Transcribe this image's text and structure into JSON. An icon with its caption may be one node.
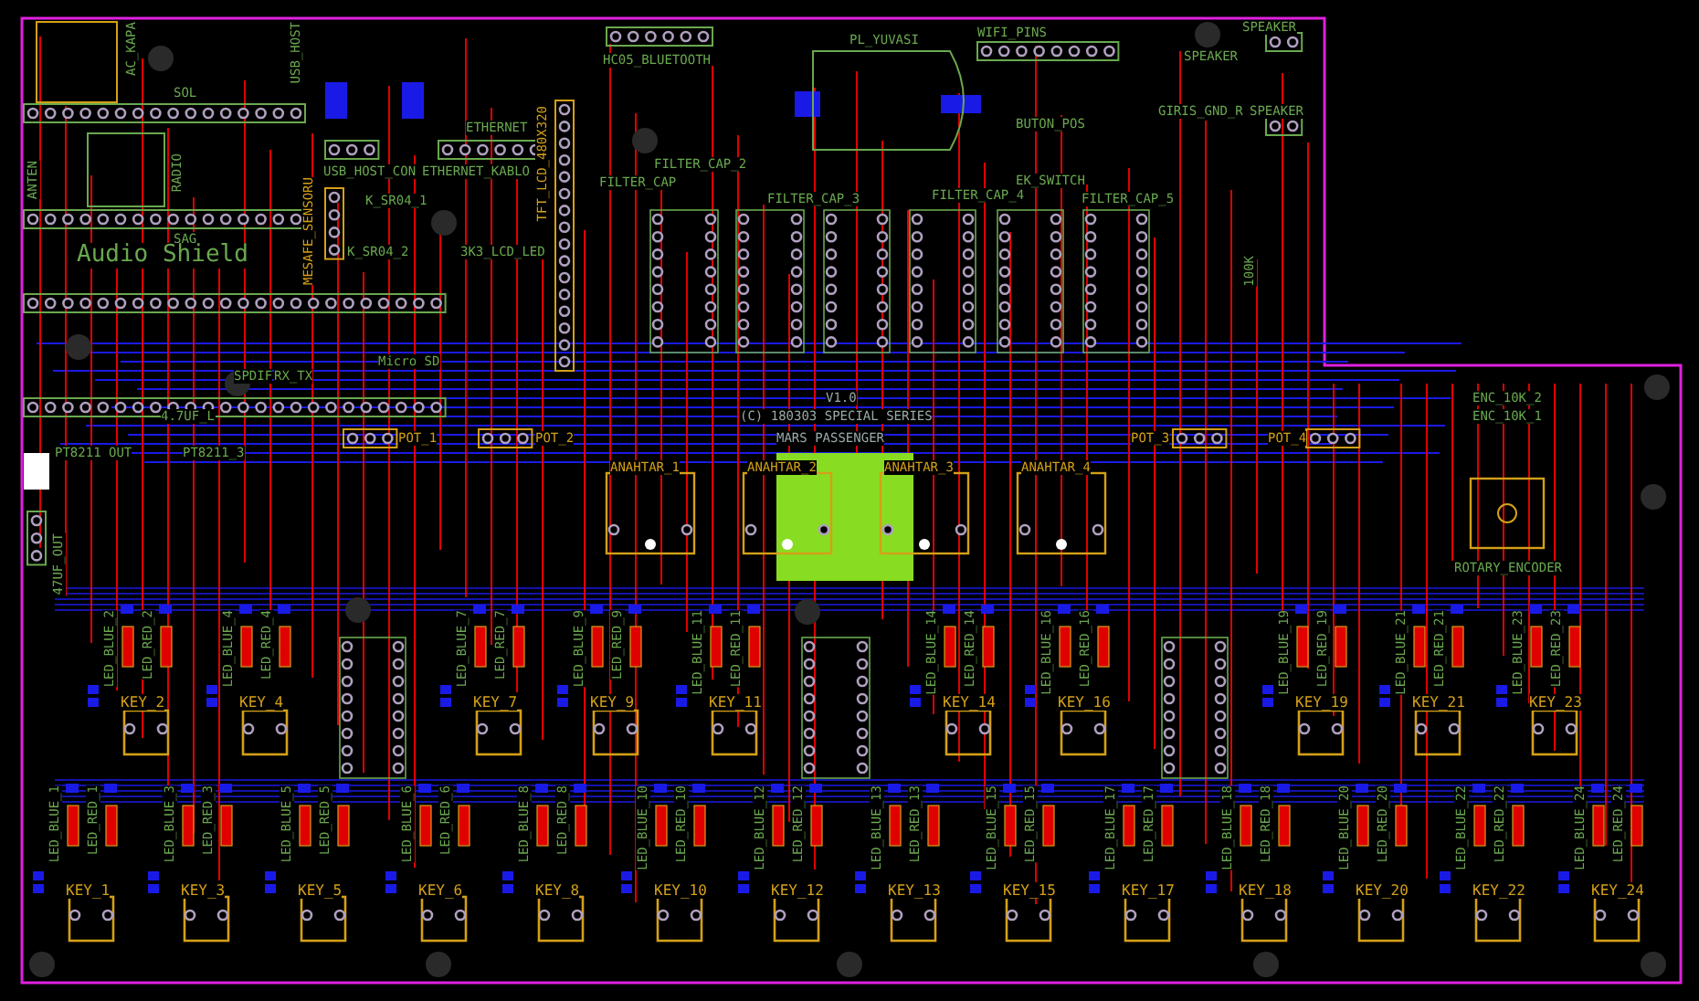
{
  "diagram": {
    "labels": [
      "AC_KAPA",
      "USB_HOST",
      "HC05_BLUETOOTH",
      "PL_YUVASI",
      "WIFI_PINS",
      "SPEAKER",
      "SPEAKER",
      "SOL",
      "USB_HOST_CON",
      "ETHERNET",
      "ETHERNET_KABLO",
      "TFT_LCD_480X320",
      "BUTON_POS",
      "EK_SWITCH",
      "GIRIS_GND_R",
      "SPEAKER",
      "ANTEN",
      "RADIO",
      "MESAFE_SENSORU",
      "K_SR04_1",
      "K_SR04_2",
      "SAG",
      "Audio Shield",
      "3K3_LCD_LED",
      "FILTER_CAP",
      "FILTER_CAP_2",
      "FILTER_CAP_3",
      "FILTER_CAP_4",
      "FILTER_CAP_5",
      "100K",
      "Micro SD",
      "SPDIF",
      "RX_TX",
      "V1.0",
      "ENC_10K_2",
      "4.7UF_L",
      "(C) 180303 SPECIAL SERIES",
      "ENC_10K_1",
      "POT_1",
      "POT_2",
      "MARS PASSENGER",
      "POT_3",
      "POT_4",
      "PT8211 OUT",
      "PT8211_3",
      "ANAHTAR_1",
      "ANAHTAR_2",
      "ANAHTAR_3",
      "ANAHTAR_4",
      "47UF_OUT",
      "ROTARY_ENCODER",
      "LED_BLUE_2",
      "LED_RED_2",
      "KEY_2",
      "LED_BLUE_4",
      "LED_RED_4",
      "KEY_4",
      "LED_BLUE_7",
      "LED_RED_7",
      "KEY_7",
      "LED_BLUE_9",
      "LED_RED_9",
      "KEY_9",
      "LED_BLUE_11",
      "LED_RED_11",
      "KEY_11",
      "LED_BLUE_14",
      "LED_RED_14",
      "KEY_14",
      "LED_BLUE_16",
      "LED_RED_16",
      "KEY_16",
      "LED_BLUE_19",
      "LED_RED_19",
      "KEY_19",
      "LED_BLUE_21",
      "LED_RED_21",
      "KEY_21",
      "LED_BLUE_23",
      "LED_RED_23",
      "KEY_23",
      "LED_BLUE_1",
      "LED_RED_1",
      "KEY_1",
      "LED_BLUE_3",
      "LED_RED_3",
      "KEY_3",
      "LED_BLUE_5",
      "LED_RED_5",
      "KEY_5",
      "LED_BLUE_6",
      "LED_RED_6",
      "KEY_6",
      "LED_BLUE_8",
      "LED_RED_8",
      "KEY_8",
      "LED_BLUE_10",
      "LED_RED_10",
      "KEY_10",
      "LED_BLUE_12",
      "LED_RED_12",
      "KEY_12",
      "LED_BLUE_13",
      "LED_RED_13",
      "KEY_13",
      "LED_BLUE_15",
      "LED_RED_15",
      "KEY_15",
      "LED_BLUE_17",
      "LED_RED_17",
      "KEY_17",
      "LED_BLUE_18",
      "LED_RED_18",
      "KEY_18",
      "LED_BLUE_20",
      "LED_RED_20",
      "KEY_20",
      "LED_BLUE_22",
      "LED_RED_22",
      "KEY_22",
      "LED_BLUE_24",
      "LED_RED_24",
      "KEY_24"
    ]
  }
}
